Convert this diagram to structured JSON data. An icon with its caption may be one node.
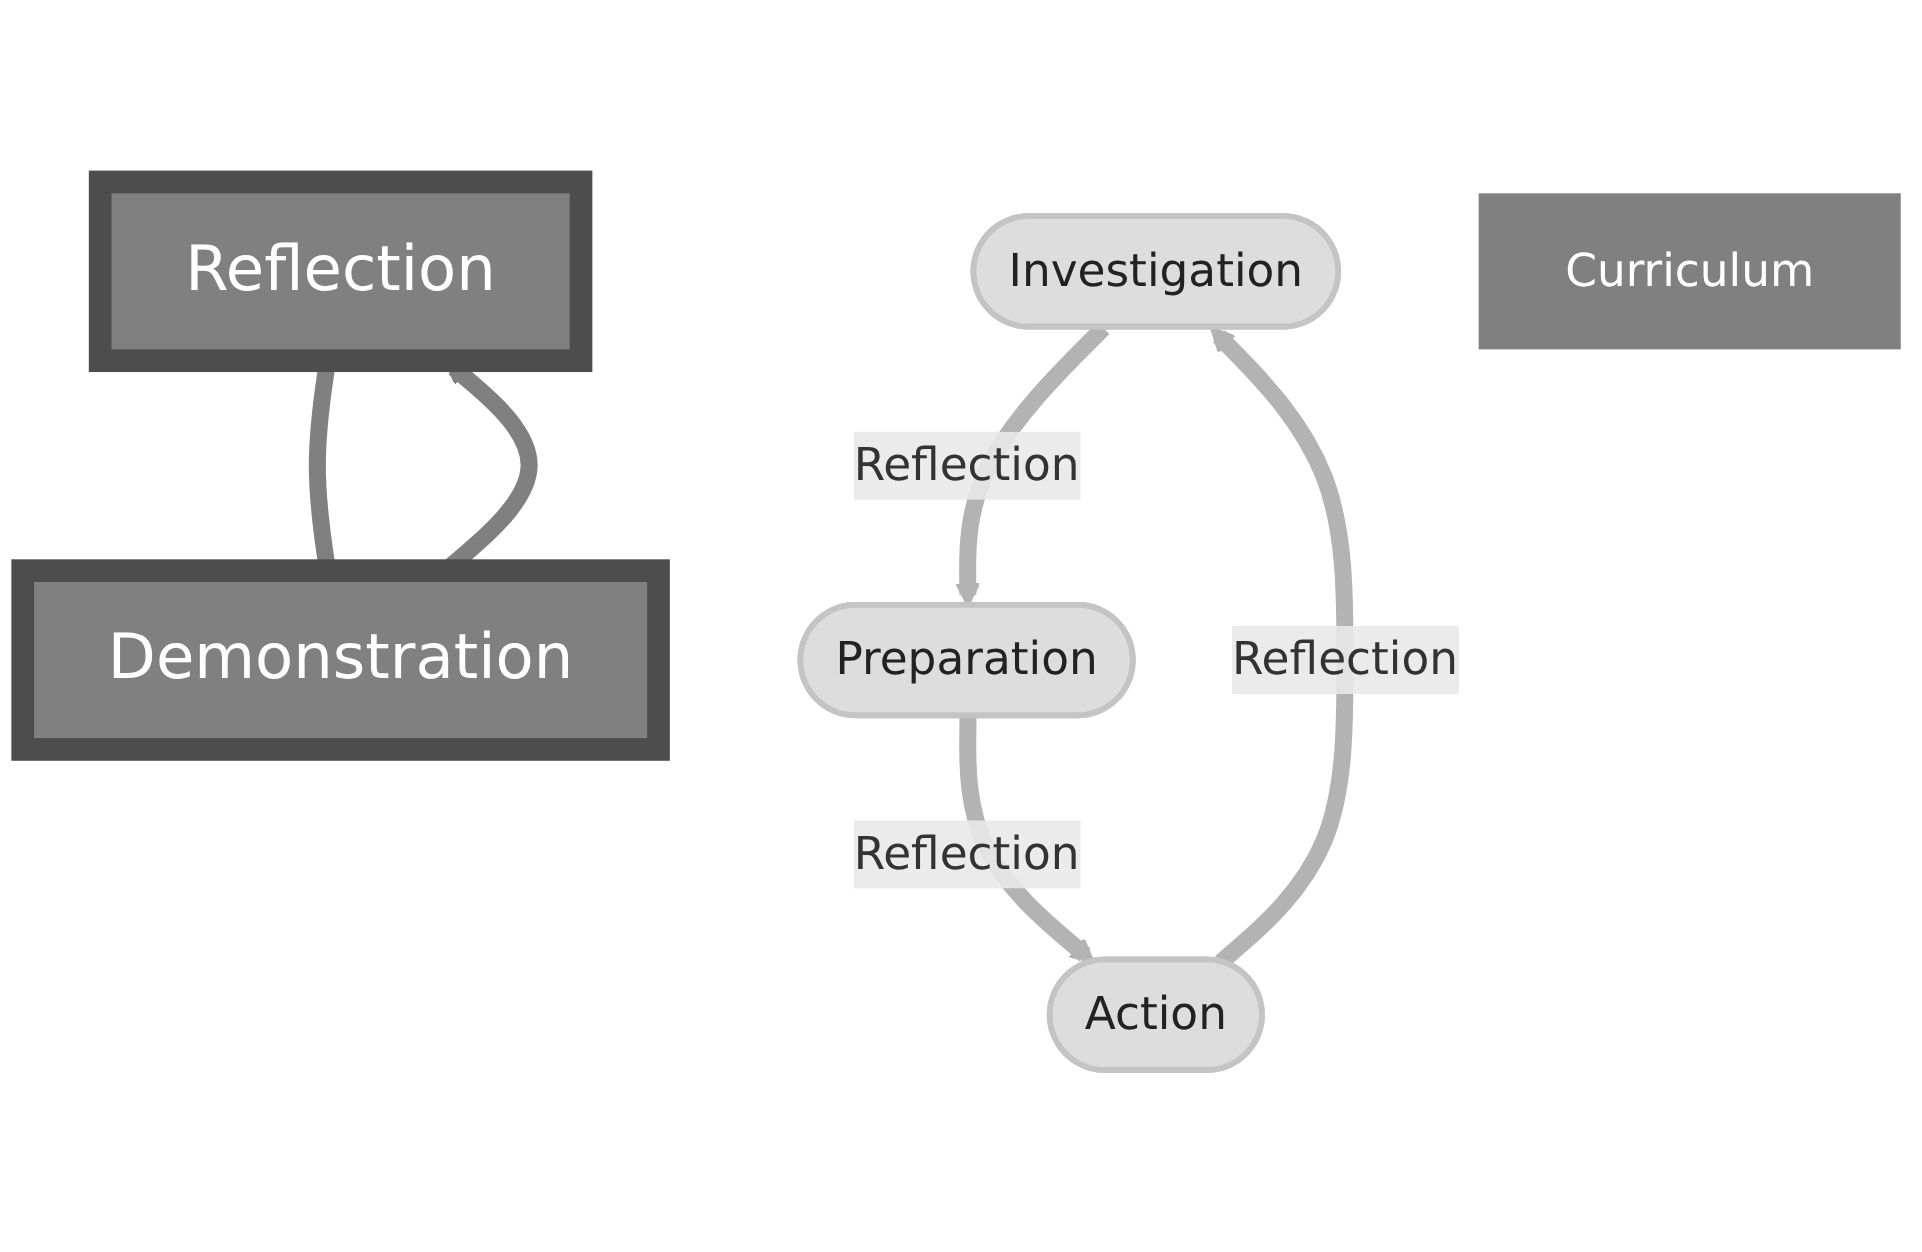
{
  "diagram": {
    "nodes": [
      {
        "text": [
          "Reflection"
        ]
      },
      {
        "text": [
          "Investigation"
        ]
      },
      {
        "text": [
          "Action"
        ]
      },
      {
        "text": [
          "Curriculum"
        ]
      },
      {
        "text": [
          "Preparation"
        ]
      },
      {
        "text": [
          "Demonstration"
        ]
      }
    ],
    "edges": [
      {
        "from": 5,
        "to": 0,
        "arrow": "to",
        "color": "#808080"
      },
      {
        "from": 0,
        "to": 5,
        "arrow": "none",
        "color": "#808080"
      },
      {
        "from": 2,
        "to": 1,
        "arrow": "to",
        "label": "Reflection"
      },
      {
        "from": 1,
        "to": 4,
        "arrow": "to",
        "label": "Reflection"
      },
      {
        "from": 4,
        "to": 2,
        "arrow": "to",
        "label": "Reflection"
      }
    ]
  }
}
